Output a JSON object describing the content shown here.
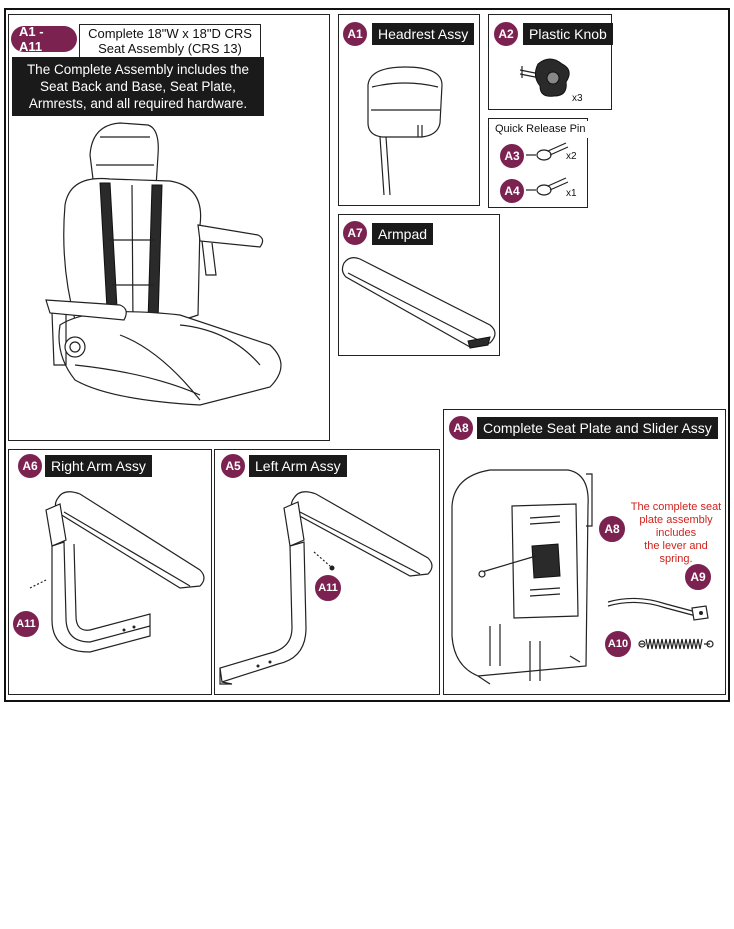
{
  "main": {
    "badge": "A1 - A11",
    "title_line1": "Complete 18\"W x 18\"D CRS",
    "title_line2": "Seat Assembly (CRS 13)",
    "desc_line1": "The Complete Assembly includes the",
    "desc_line2": "Seat Back and Base, Seat Plate,",
    "desc_line3": "Armrests, and all required hardware."
  },
  "parts": {
    "a1": {
      "badge": "A1",
      "label": "Headrest Assy"
    },
    "a2": {
      "badge": "A2",
      "label": "Plastic Knob",
      "qty": "x3"
    },
    "qrp": {
      "label": "Quick Release Pin"
    },
    "a3": {
      "badge": "A3",
      "qty": "x2"
    },
    "a4": {
      "badge": "A4",
      "qty": "x1"
    },
    "a7": {
      "badge": "A7",
      "label": "Armpad"
    },
    "a8": {
      "badge": "A8",
      "label": "Complete Seat Plate and Slider Assy",
      "callout": "A8",
      "note_line1": "The complete seat",
      "note_line2": "plate assembly",
      "note_line3": "includes",
      "note_line4": "the lever and spring."
    },
    "a9": {
      "badge": "A9"
    },
    "a10": {
      "badge": "A10"
    },
    "a6": {
      "badge": "A6",
      "label": "Right Arm Assy",
      "callout": "A11"
    },
    "a5": {
      "badge": "A5",
      "label": "Left Arm Assy",
      "callout": "A11"
    }
  },
  "colors": {
    "badge": "#7b2251",
    "label_bg": "#1a1a1a",
    "note": "#d0231d"
  }
}
